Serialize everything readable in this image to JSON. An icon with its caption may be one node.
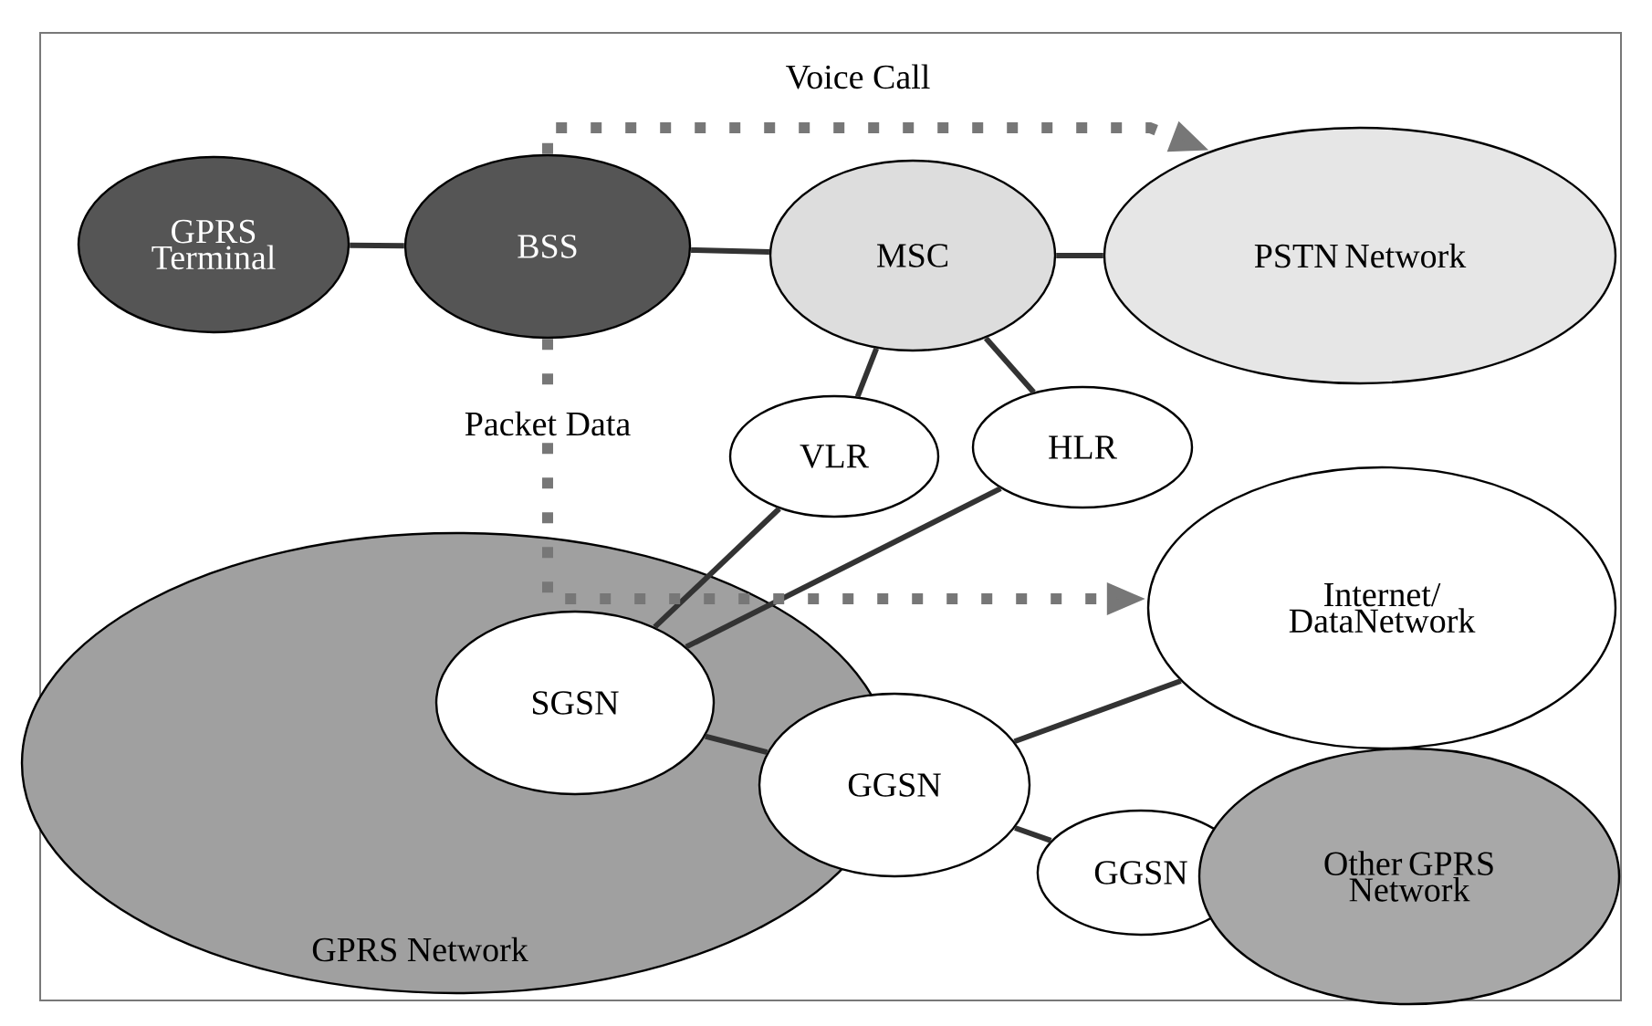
{
  "diagram": {
    "nodes": [
      {
        "text": [
          "GPRS Terminal"
        ]
      },
      {
        "text": [
          "BSS"
        ]
      },
      {
        "text": [
          "MSC"
        ]
      },
      {
        "text": [
          "PSTN Network"
        ]
      },
      {
        "text": [
          "VLR"
        ]
      },
      {
        "text": [
          "HLR"
        ]
      },
      {
        "text": [
          "GPRS Network"
        ]
      },
      {
        "text": [
          "SGSN"
        ],
        "in": 6
      },
      {
        "text": [
          "GGSN"
        ]
      },
      {
        "text": [
          "Internet/ DataNetwork"
        ]
      },
      {
        "text": [
          "GGSN"
        ]
      },
      {
        "text": [
          "Other GPRS Network"
        ]
      }
    ],
    "edges": [
      {
        "from": 0,
        "to": 1,
        "arrow": "none"
      },
      {
        "from": 1,
        "to": 2,
        "arrow": "none"
      },
      {
        "from": 2,
        "to": 3,
        "arrow": "none"
      },
      {
        "from": 2,
        "to": 4,
        "arrow": "none"
      },
      {
        "from": 2,
        "to": 5,
        "arrow": "none"
      },
      {
        "from": 7,
        "to": 4,
        "arrow": "none"
      },
      {
        "from": 7,
        "to": 5,
        "arrow": "none"
      },
      {
        "from": 7,
        "to": 8,
        "arrow": "none"
      },
      {
        "from": 8,
        "to": 9,
        "arrow": "none"
      },
      {
        "from": 8,
        "to": 10,
        "arrow": "none"
      },
      {
        "from": 1,
        "to": 3,
        "arrow": "to",
        "style": "dashed",
        "color": "#777777",
        "label": "Voice Call"
      },
      {
        "from": 1,
        "to": 9,
        "arrow": "to",
        "style": "dashed",
        "color": "#777777",
        "label": "Packet Data"
      }
    ]
  }
}
